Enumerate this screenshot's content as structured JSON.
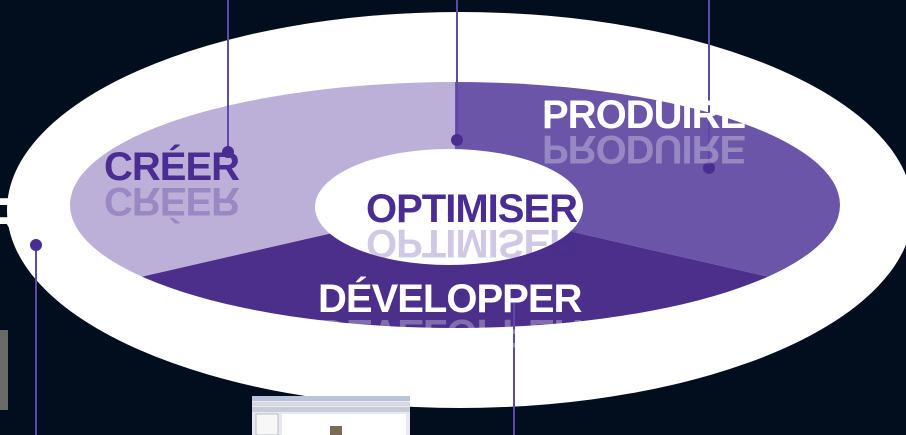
{
  "diagram": {
    "segments": [
      {
        "key": "creer",
        "label": "CRÉER",
        "color": "#bdb0d8",
        "text_color": "#4a2d92"
      },
      {
        "key": "produire",
        "label": "PRODUIRE",
        "color": "#6a55a8",
        "text_color": "#ffffff"
      },
      {
        "key": "developper",
        "label": "DÉVELOPPER",
        "color": "#4b2f8a",
        "text_color": "#ffffff"
      }
    ],
    "center": {
      "label": "OPTIMISER",
      "color": "#ffffff",
      "text_color": "#4a2d92"
    },
    "ring_color": "#ffffff",
    "leader_color": "#5d4aa8",
    "dot_color": "#4a2d92",
    "background": "#020d1e"
  },
  "partial_left_glyph": "R"
}
